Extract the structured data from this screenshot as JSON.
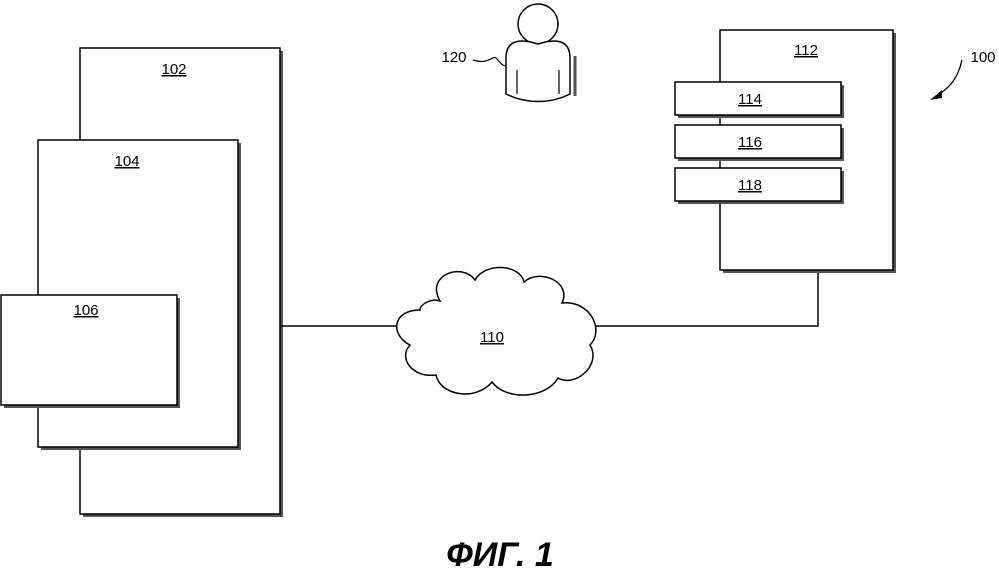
{
  "diagram": {
    "labels": {
      "box_102": "102",
      "box_104": "104",
      "box_106": "106",
      "network_110": "110",
      "server_112": "112",
      "module_114": "114",
      "module_116": "116",
      "module_118": "118",
      "user_120": "120",
      "system_100": "100"
    },
    "figure_caption": "ФИГ. 1"
  }
}
